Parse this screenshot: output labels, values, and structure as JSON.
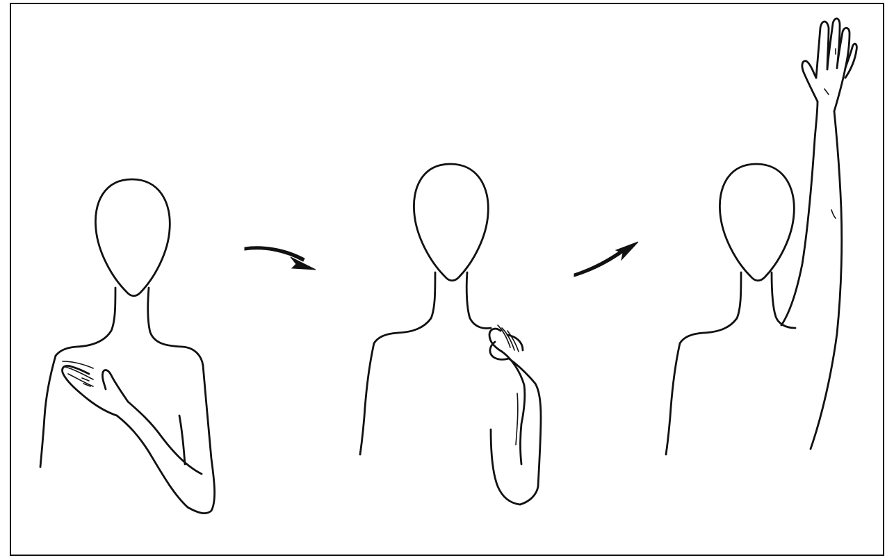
{
  "figure": {
    "panels": [
      {
        "id": 1,
        "pose": "hand-on-opposite-shoulder"
      },
      {
        "id": 2,
        "pose": "hand-on-same-shoulder"
      },
      {
        "id": 3,
        "pose": "arm-raised-overhead"
      }
    ],
    "arrows": [
      {
        "from": 1,
        "to": 2
      },
      {
        "from": 2,
        "to": 3
      }
    ],
    "colors": {
      "ink": "#111111",
      "background": "#ffffff"
    }
  }
}
